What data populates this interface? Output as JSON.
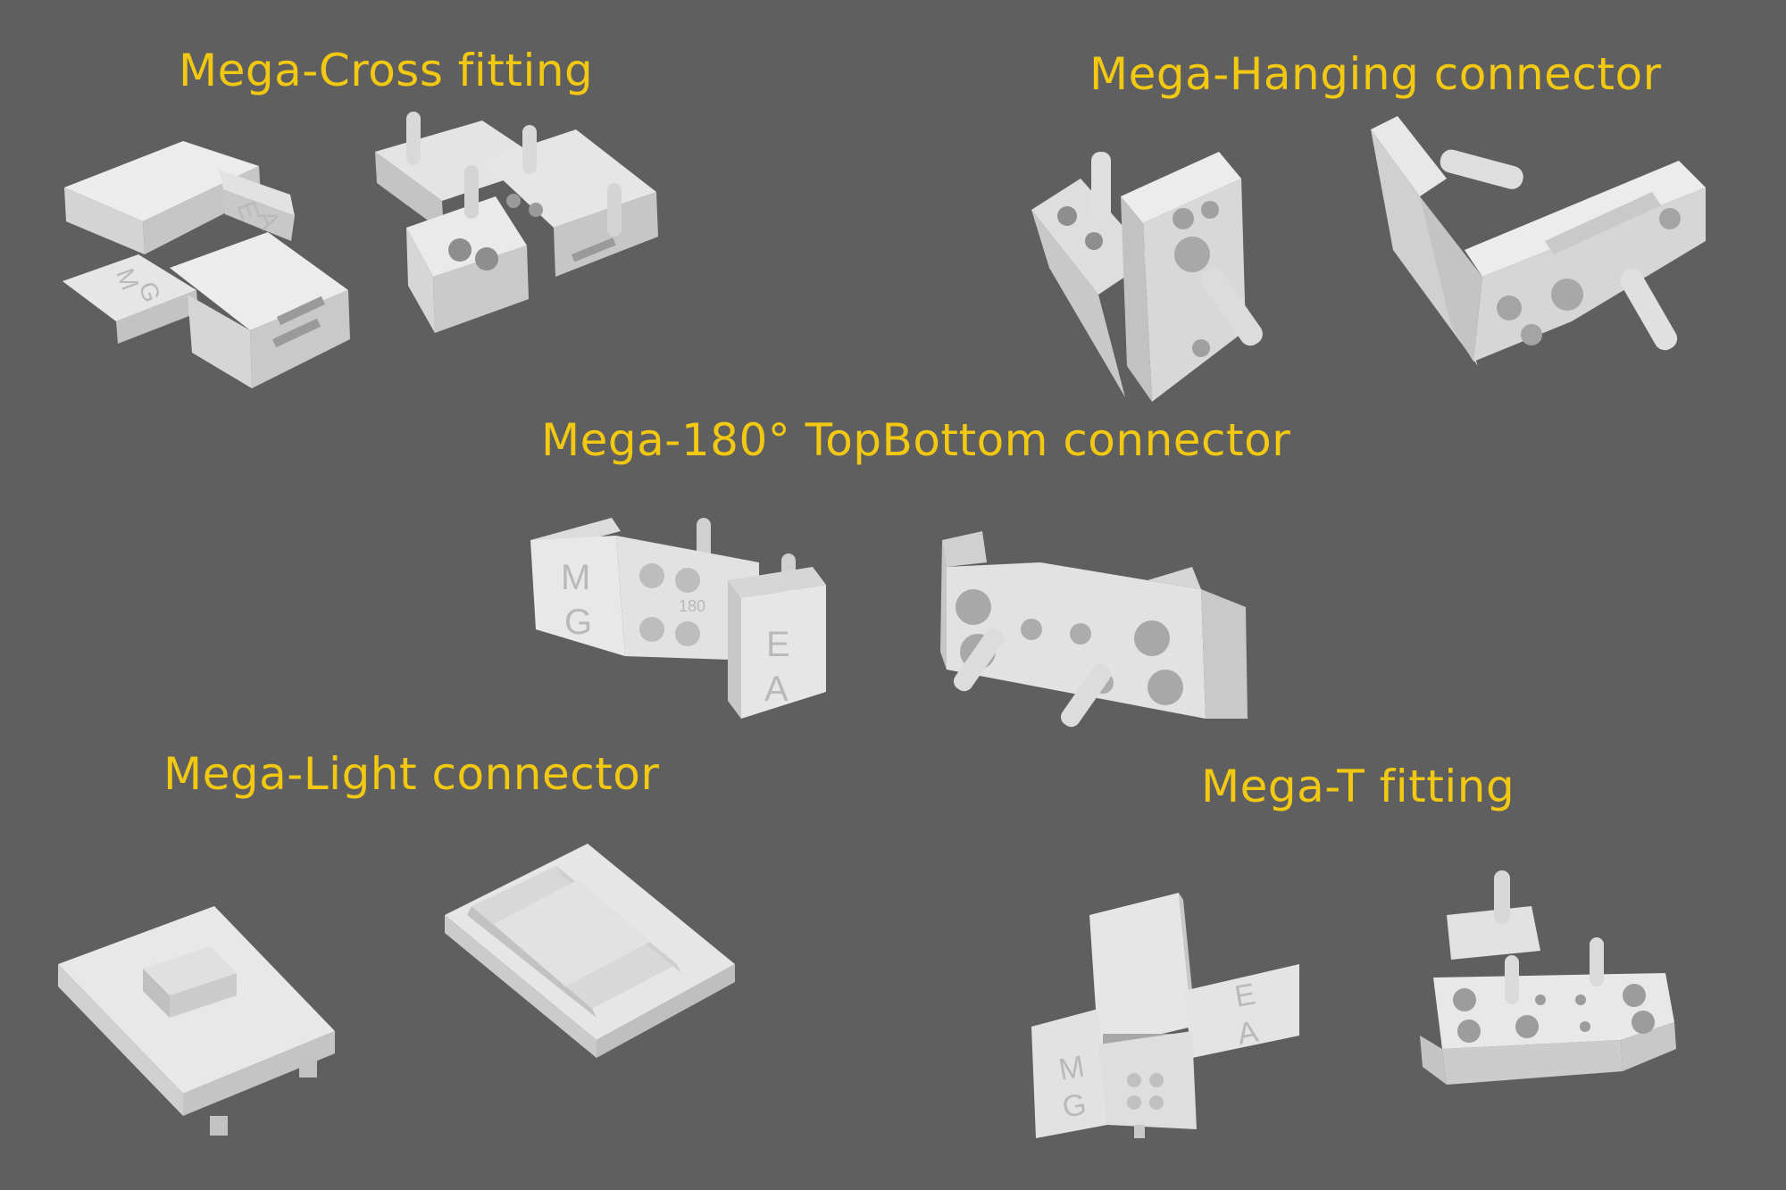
{
  "labels": {
    "cross": "Mega-Cross fitting",
    "hanging": "Mega-Hanging connector",
    "topbottom": "Mega-180° TopBottom connector",
    "light": "Mega-Light connector",
    "t_fitting": "Mega-T fitting"
  },
  "embossed": {
    "m": "M",
    "g": "G",
    "e": "E",
    "a": "A",
    "num": "180"
  },
  "colors": {
    "background": "#5f5f5f",
    "label": "#f2c811",
    "part_light": "#e4e4e4",
    "part_mid": "#cfcfcf",
    "part_shadow": "#b3b3b3",
    "hole": "#8e8e8e"
  }
}
